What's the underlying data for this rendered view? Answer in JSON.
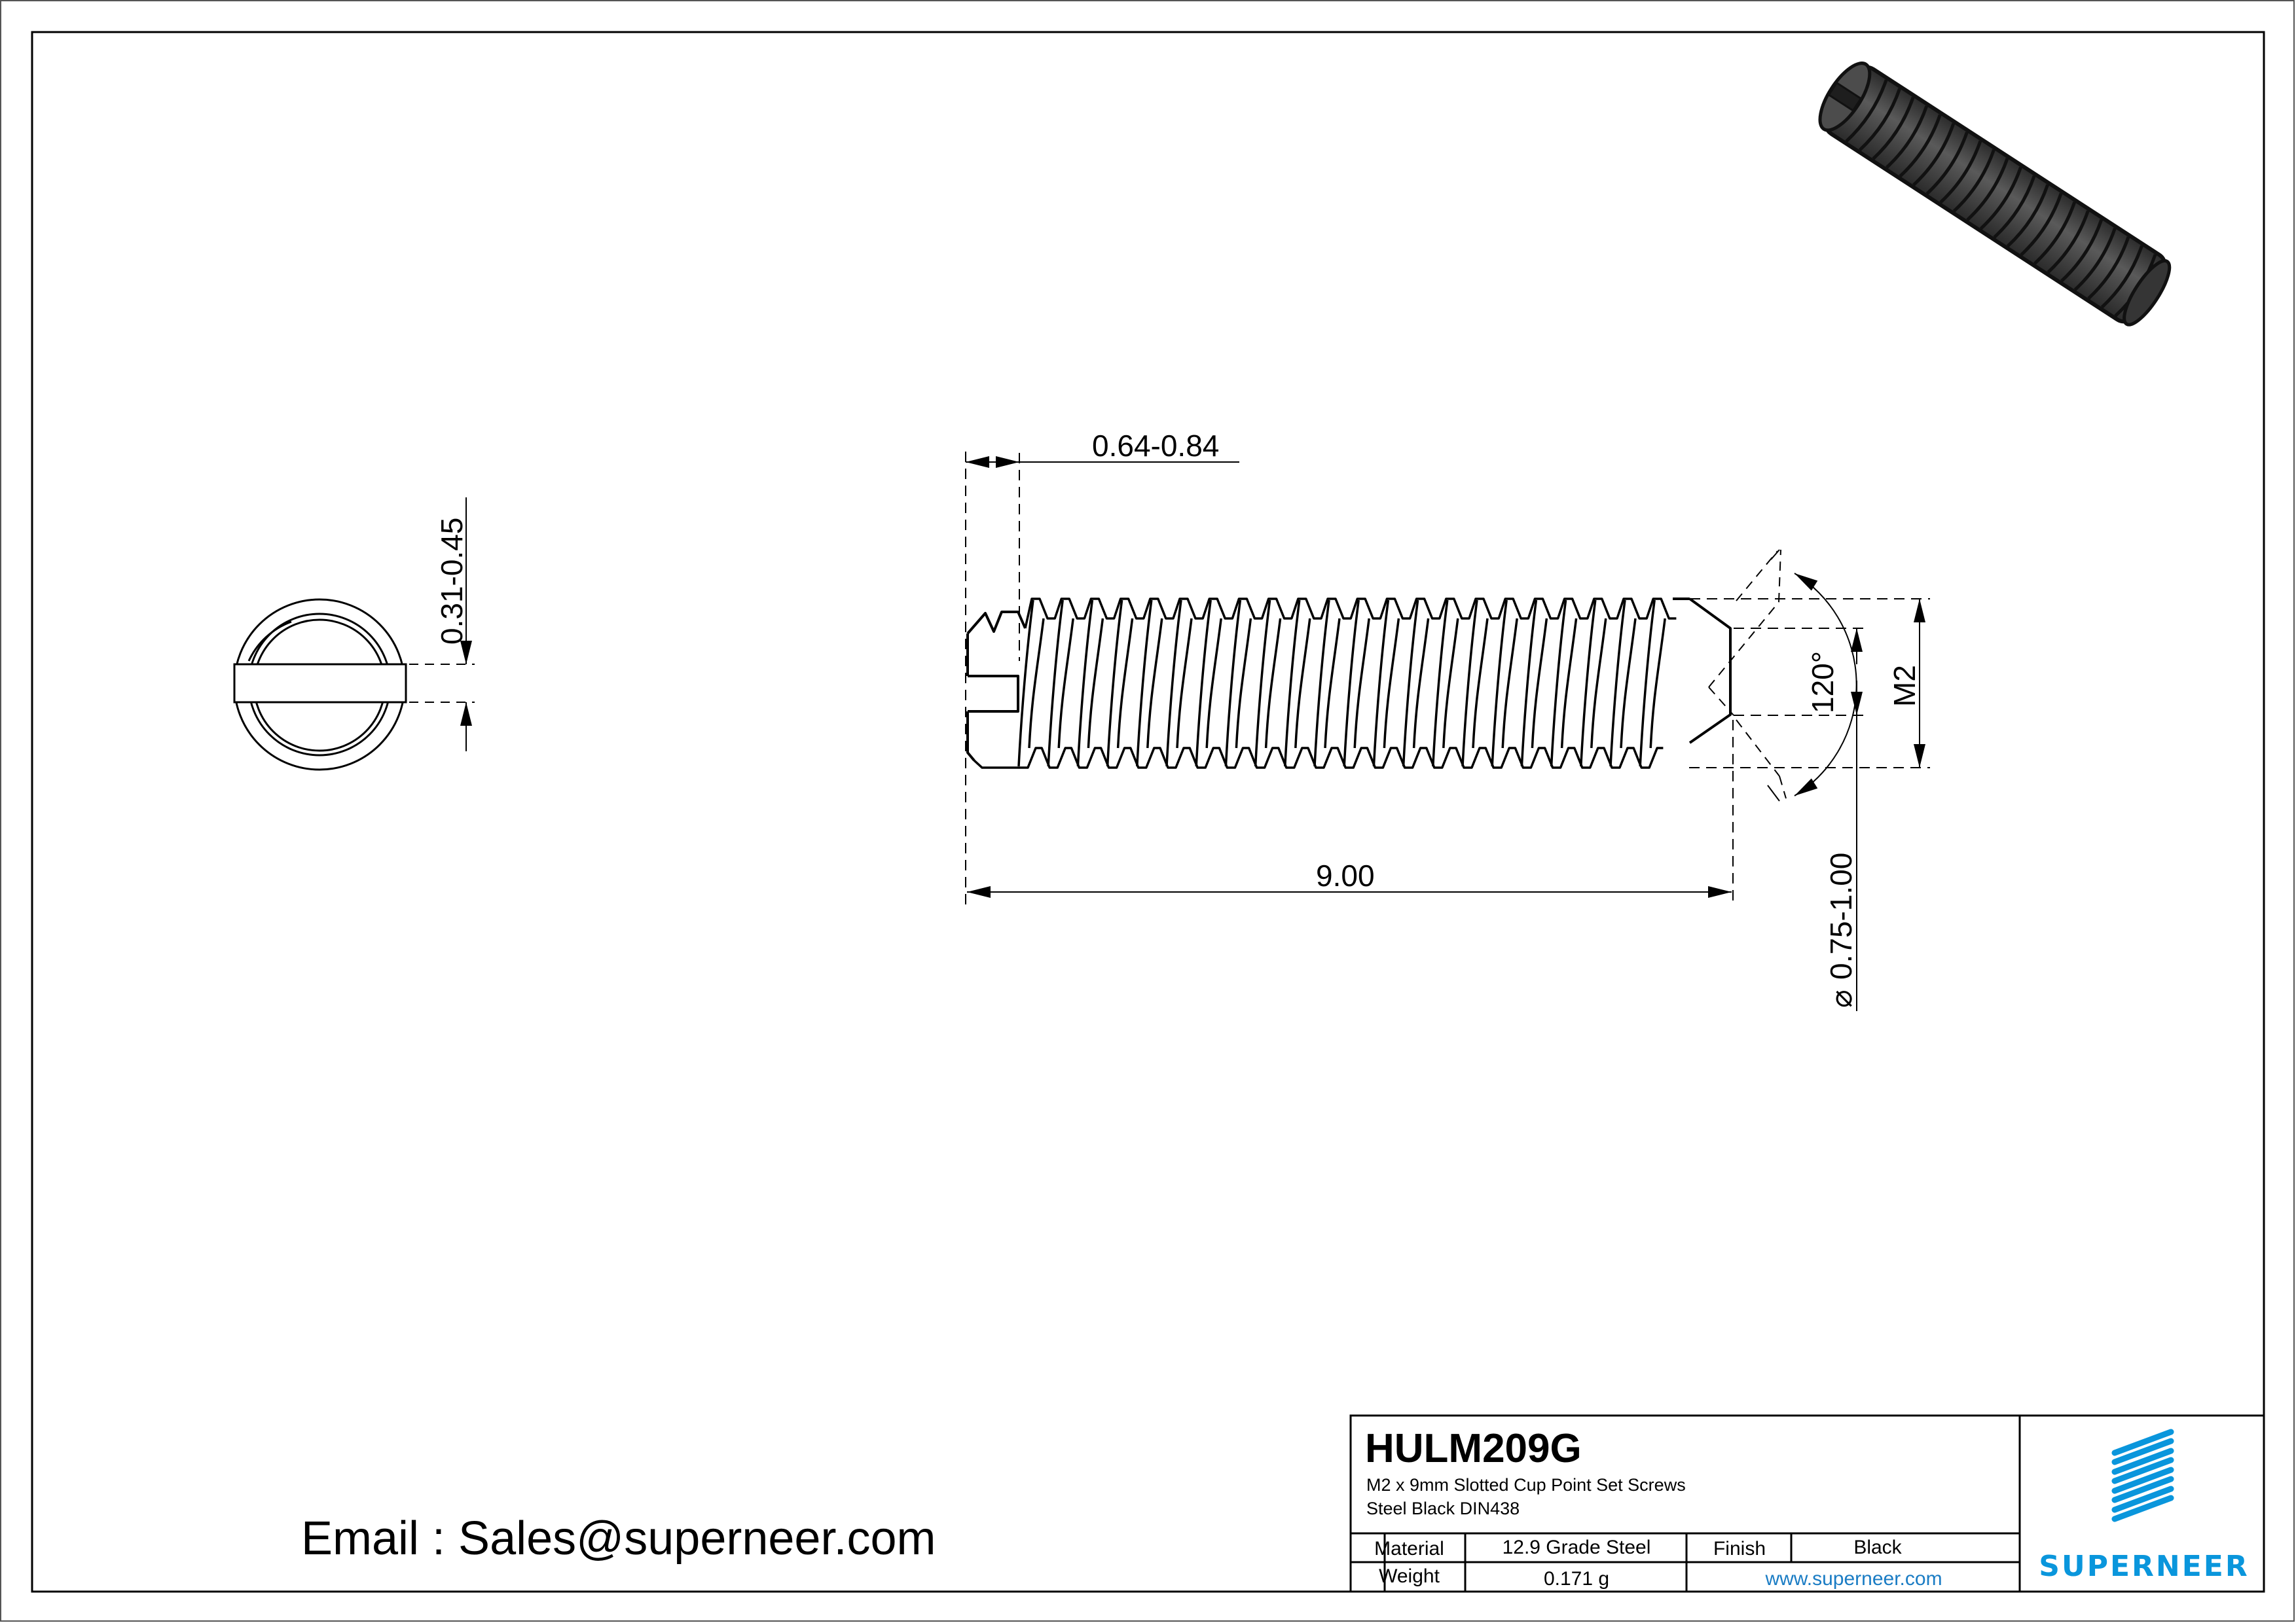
{
  "drawing": {
    "part_number": "HULM209G",
    "description_line1": "M2 x 9mm Slotted Cup Point Set Screws",
    "description_line2": "Steel Black DIN438",
    "dimensions": {
      "slot_depth": "0.64-0.84",
      "slot_width": "0.31-0.45",
      "length": "9.00",
      "cup_angle": "120°",
      "thread_size": "M2",
      "cup_diameter": "0.75-1.00",
      "diameter_symbol": "⌀"
    },
    "views": [
      "end-view",
      "side-view",
      "isometric-render"
    ]
  },
  "title_block": {
    "material_label": "Material",
    "material_value": "12.9 Grade Steel",
    "finish_label": "Finish",
    "finish_value": "Black",
    "weight_label": "Weight",
    "weight_value": "0.171 g",
    "website": "www.superneer.com"
  },
  "brand": {
    "name": "SUPERNEER",
    "color": "#0a96dc",
    "logo_icon": "diagonal-stripes-logo-icon"
  },
  "contact": {
    "email_line": "Email : Sales@superneer.com"
  },
  "colors": {
    "line": "#000000",
    "background": "#ffffff",
    "link": "#1a7cc4",
    "render_body": "#4a4a4a"
  }
}
